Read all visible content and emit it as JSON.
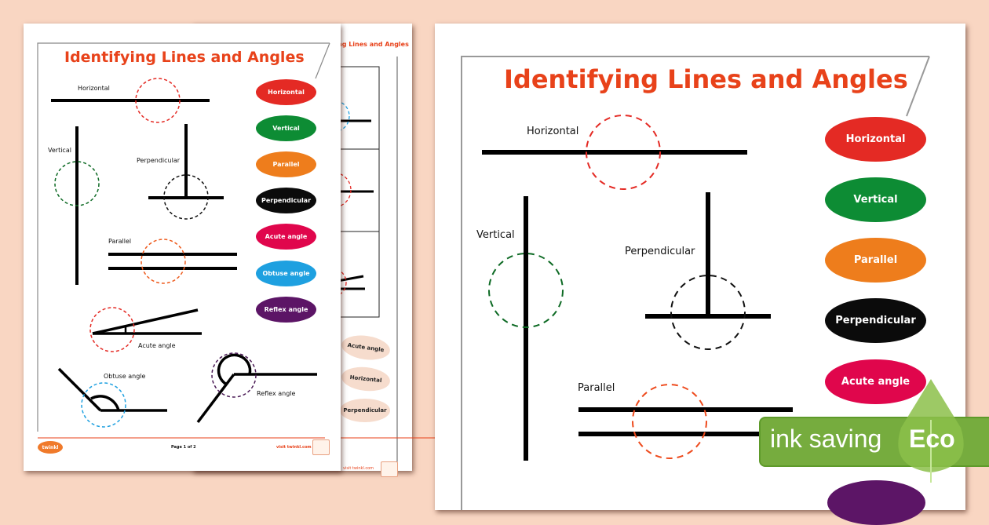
{
  "worksheet": {
    "title": "Identifying Lines and Angles",
    "title_truncated": "ng Lines and Angles",
    "labels": {
      "horizontal": "Horizontal",
      "vertical": "Vertical",
      "perpendicular": "Perpendicular",
      "parallel": "Parallel",
      "acute": "Acute angle",
      "obtuse": "Obtuse angle",
      "reflex": "Reflex angle"
    },
    "pills": [
      {
        "label": "Horizontal",
        "color": "#e42a24"
      },
      {
        "label": "Vertical",
        "color": "#0d8c34"
      },
      {
        "label": "Parallel",
        "color": "#ee7d1c"
      },
      {
        "label": "Perpendicular",
        "color": "#0b0b0b"
      },
      {
        "label": "Acute angle",
        "color": "#e0064c"
      },
      {
        "label": "Obtuse angle",
        "color": "#1ea0e0"
      },
      {
        "label": "Reflex angle",
        "color": "#5c1566"
      }
    ],
    "back_page_pills": [
      "Acute angle",
      "Horizontal",
      "Perpendicular"
    ],
    "footer": {
      "brand": "twinkl",
      "page": "Page 1 of 2",
      "url": "visit twinkl.com"
    }
  },
  "badge": {
    "text": "ink saving",
    "eco": "Eco",
    "color": "#76ac3e"
  }
}
